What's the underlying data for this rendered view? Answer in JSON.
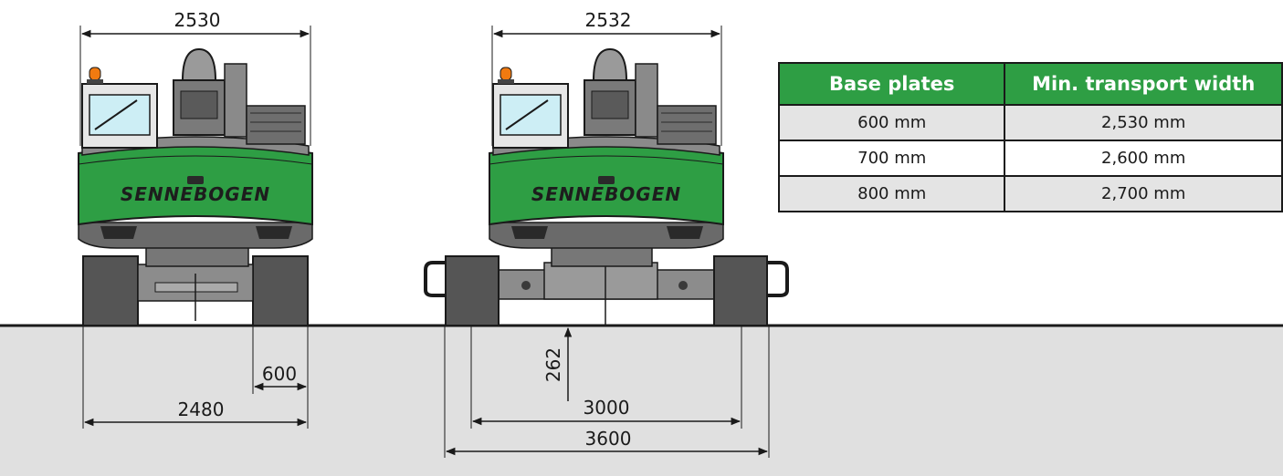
{
  "machines": [
    {
      "brand": "SENNEBOGEN",
      "top_width": "2530",
      "bottom_dims": [
        "600",
        "2480"
      ]
    },
    {
      "brand": "SENNEBOGEN",
      "top_width": "2532",
      "bottom_dims": [
        "262",
        "3000",
        "3600"
      ]
    }
  ],
  "table": {
    "headers": [
      "Base plates",
      "Min. transport width"
    ],
    "rows": [
      [
        "600 mm",
        "2,530 mm"
      ],
      [
        "700 mm",
        "2,600 mm"
      ],
      [
        "800 mm",
        "2,700 mm"
      ]
    ]
  },
  "colors": {
    "brand_green": "#2e9e44",
    "body_grey": "#5a5a5a",
    "ground": "#e0e0e0",
    "line": "#1a1a1a"
  }
}
